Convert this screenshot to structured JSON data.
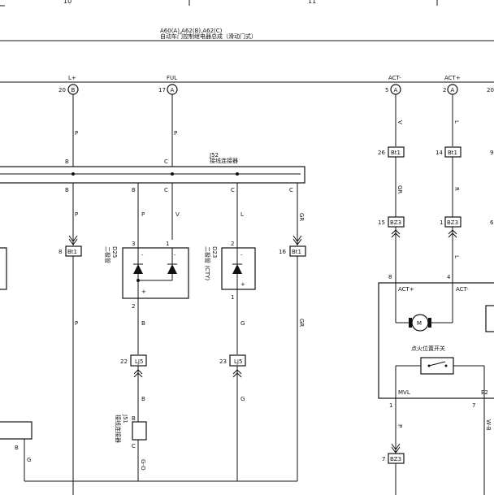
{
  "header": {
    "col_left": "10",
    "col_right": "11",
    "code": "A60(A),A62(B),A62(C)",
    "title": "自动车门控制继电器总成（滑动门式）"
  },
  "pins": [
    {
      "num": "20",
      "letter": "B",
      "label": "L+"
    },
    {
      "num": "17",
      "letter": "A",
      "label": "FUL"
    },
    {
      "num": "5",
      "letter": "A",
      "label": "ACT-"
    },
    {
      "num": "2",
      "letter": "A",
      "label": "ACT+"
    },
    {
      "num": "20",
      "letter": "",
      "label": ""
    }
  ],
  "junction_j52": {
    "id": "J52",
    "name": "接线连接器"
  },
  "junction_j51": {
    "id": "J51",
    "name": "接线连接器"
  },
  "diode_d25": {
    "id": "D25",
    "name": "二极管"
  },
  "diode_d23": {
    "id": "D23",
    "name": "二极管 (CTY)"
  },
  "connectors": {
    "bt1_left": {
      "pin": "8",
      "name": "Bt1"
    },
    "bt1_mid": {
      "pin": "16",
      "name": "Bt1"
    },
    "bt1_a": {
      "pin": "26",
      "name": "Bt1"
    },
    "bt1_b": {
      "pin": "14",
      "name": "Bt1"
    },
    "bt1_c": {
      "pin": "9",
      "name": ""
    },
    "bz3_a": {
      "pin": "15",
      "name": "BZ3"
    },
    "bz3_b": {
      "pin": "1",
      "name": "BZ3"
    },
    "bz3_c": {
      "pin": "6",
      "name": ""
    },
    "bz3_bottom": {
      "pin": "7",
      "name": "BZ3"
    },
    "lj5_a": {
      "pin": "22",
      "name": "LJ5"
    },
    "lj5_b": {
      "pin": "23",
      "name": "LJ5"
    }
  },
  "wire_colors": {
    "w1": "P",
    "w2": "P",
    "w3": "V",
    "w4": "L",
    "w5": "GR",
    "w6": "R",
    "w7": "L",
    "w8": "B",
    "w9": "P",
    "w10": "P",
    "w11": "B",
    "w12": "P",
    "w13": "C",
    "w14": "V",
    "w15": "C",
    "w16": "L",
    "w17": "C",
    "w18": "GR",
    "w19": "GR",
    "w20": "B",
    "w21": "G",
    "w22": "B",
    "w23": "G",
    "w24": "G-O",
    "w25": "G",
    "w26": "P",
    "w27": "W-B"
  },
  "bus_letters": {
    "b1": "B",
    "b2": "C",
    "b3": "B",
    "b4": "B",
    "b5": "C",
    "b6": "C",
    "b7": "C"
  },
  "pin_numbers": {
    "d25_top_left": "3",
    "d25_top_right": "1",
    "d25_bottom": "2",
    "d23_top": "2",
    "d23_bottom": "1",
    "ecu_act_plus": "8",
    "ecu_act_minus": "4",
    "ecu_mvl": "1",
    "ecu_e2": "7",
    "j51_b": "B",
    "j51_c": "C",
    "j51_c2": "C",
    "left_b": "B"
  },
  "ecu": {
    "act_plus": "ACT+",
    "act_minus": "ACT-",
    "motor": "M",
    "ignition_switch": "点火位置开关",
    "mvl": "MVL",
    "e2": "E2"
  },
  "diode_marks": {
    "plus1": "+",
    "plus2": "+",
    "minus1": "-",
    "minus2": "-",
    "minus3": "-"
  },
  "colors": {
    "line": "#111111",
    "background": "#ffffff"
  }
}
